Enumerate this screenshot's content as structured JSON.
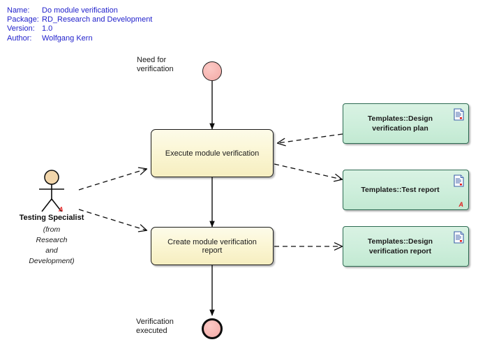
{
  "header": {
    "rows": [
      {
        "key": "Name:",
        "value": "Do module verification"
      },
      {
        "key": "Package:",
        "value": "RD_Research and Development"
      },
      {
        "key": "Version:",
        "value": "1.0"
      },
      {
        "key": "Author:",
        "value": "Wolfgang Kern"
      }
    ],
    "color": "#2222cc"
  },
  "diagram": {
    "type": "uml-activity-diagram",
    "background": "#ffffff",
    "initial_node": {
      "name": "initial-node",
      "label": "Need for\nverification",
      "fill": "#f7b6b2",
      "stroke": "#1a1a1a"
    },
    "final_node": {
      "name": "final-node",
      "label": "Verification\nexecuted",
      "fill": "#f7b6b2",
      "stroke": "#0d0d0d"
    },
    "actions": [
      {
        "name": "execute-module-verification",
        "label": "Execute module verification",
        "fill": "#fbf6d4",
        "stroke": "#1a1a1a"
      },
      {
        "name": "create-module-verification-report",
        "label": "Create module verification report",
        "fill": "#fbf6d4",
        "stroke": "#1a1a1a"
      }
    ],
    "artifacts": [
      {
        "name": "design-verification-plan",
        "label": "Templates::Design verification plan",
        "icon": "document-icon",
        "marker": "",
        "fill": "#cdeedb",
        "stroke": "#2d6b52"
      },
      {
        "name": "test-report",
        "label": "Templates::Test report",
        "icon": "document-icon",
        "marker": "A",
        "fill": "#cdeedb",
        "stroke": "#2d6b52"
      },
      {
        "name": "design-verification-report",
        "label": "Templates::Design verification report",
        "icon": "document-icon",
        "marker": "",
        "fill": "#cdeedb",
        "stroke": "#2d6b52"
      }
    ],
    "actor": {
      "name": "testing-specialist-actor",
      "label": "Testing Specialist",
      "from": "(from\nResearch\nand\nDevelopment)",
      "marker": "A",
      "head_fill": "#f2d6ab",
      "stroke": "#0d0d0d"
    },
    "marker_color": "#e01b1b"
  }
}
